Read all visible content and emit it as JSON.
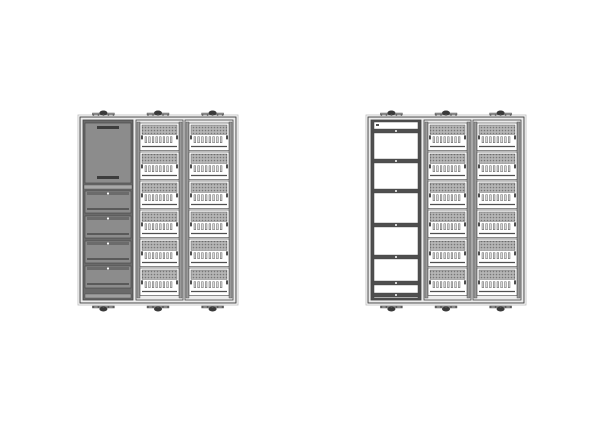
{
  "views": [
    {
      "id": "left-cabinet",
      "column_count": 3,
      "left_column": "covered",
      "left_column_top_cover_slots": 1,
      "left_column_lower_cover_slots": 4,
      "right_columns_mounting_rows": 6
    },
    {
      "id": "right-cabinet",
      "column_count": 3,
      "left_column": "open-frame",
      "left_column_rails": 7,
      "right_columns_mounting_rows": 6
    }
  ],
  "colors": {
    "outline": "#444444",
    "frame": "#ececec",
    "cover": "#8c8c8c",
    "cover_dark": "#6a6a6a",
    "rail": "#4f4f4f",
    "mesh": "#b5b5b5",
    "white": "#ffffff"
  },
  "icons": {
    "wall_fixing": "round-fixing-lug-icon"
  }
}
